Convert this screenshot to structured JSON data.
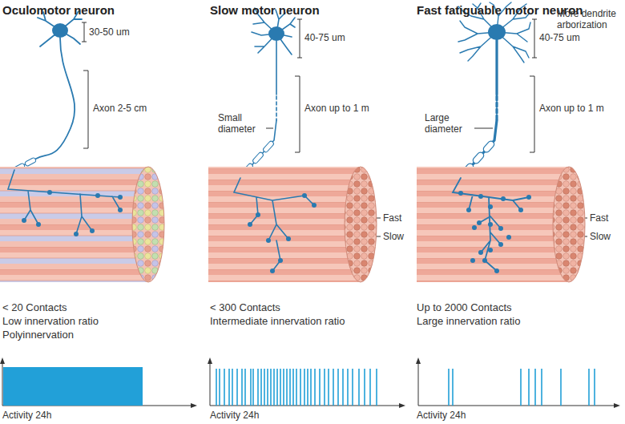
{
  "diagram": {
    "labels": [
      "Oculomotor neuron",
      "Slow motor neuron",
      "Fast fatiguable motor neuron",
      "30-50 um",
      "Axon 2-5 cm",
      "< 20 Contacts",
      "Low innervation ratio",
      "Polyinnervation",
      "Activity 24h",
      "40-75 um",
      "Small diameter",
      "Axon up to 1 m",
      "Fast",
      "Slow",
      "< 300 Contacts",
      "Intermediate innervation ratio",
      "Activity 24h",
      "More dendrite arborization",
      "40-75 um",
      "Large diameter",
      "Axon up to 1 m",
      "Fast",
      "Slow",
      "Up to 2000 Contacts",
      "Large innervation ratio",
      "Activity 24h"
    ]
  }
}
